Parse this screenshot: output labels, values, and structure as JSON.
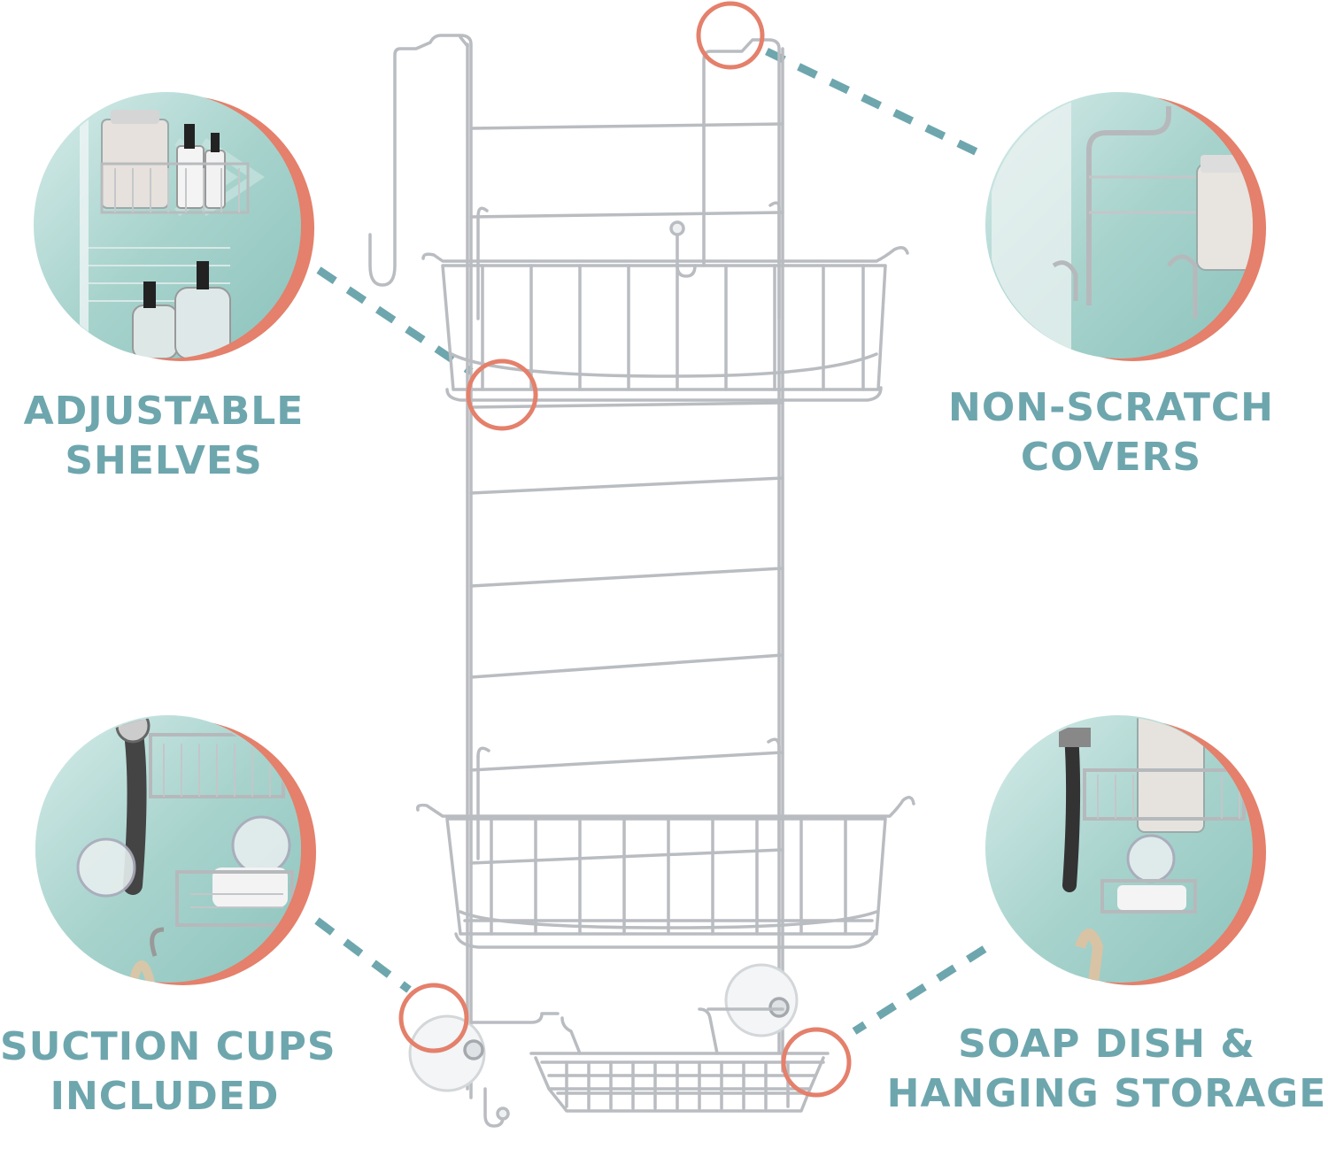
{
  "features": [
    {
      "lines": [
        "ADJUSTABLE",
        "SHELVES"
      ],
      "detail": "shelf-basket-closeup"
    },
    {
      "lines": [
        "NON-SCRATCH",
        "COVERS"
      ],
      "detail": "hook-cover-closeup"
    },
    {
      "lines": [
        "SUCTION CUPS",
        "INCLUDED"
      ],
      "detail": "suction-cup-closeup"
    },
    {
      "lines": [
        "SOAP DISH &",
        "HANGING STORAGE"
      ],
      "detail": "soap-dish-closeup"
    }
  ],
  "colors": {
    "label_text": "#6ea6ae",
    "callout_ring": "#e4806b",
    "dashed_leader": "#6ea6ae",
    "detail_bg": "#bfe0dc",
    "chrome": "#b9bcc0"
  }
}
